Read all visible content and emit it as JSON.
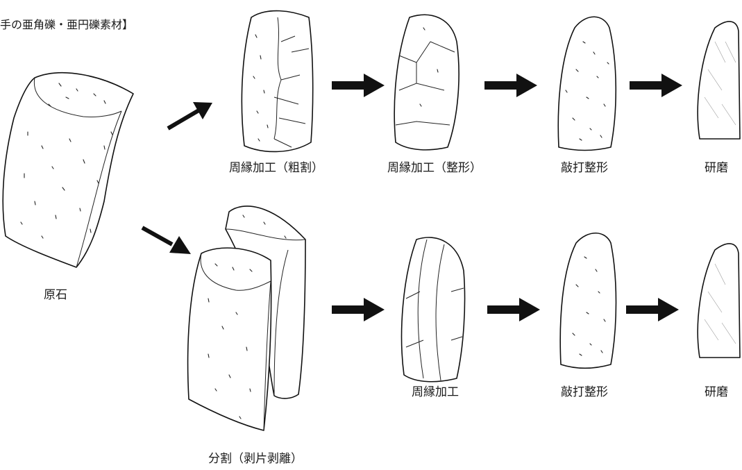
{
  "title": "手の亜角礫・亜円礫素材】",
  "labels": {
    "raw_stone": "原石",
    "split": "分割（剥片剥離）",
    "top_rough": "周縁加工（粗割）",
    "top_shape": "周縁加工（整形）",
    "top_peck": "敲打整形",
    "top_grind": "研磨",
    "bottom_edge": "周縁加工",
    "bottom_peck": "敲打整形",
    "bottom_grind": "研磨"
  }
}
